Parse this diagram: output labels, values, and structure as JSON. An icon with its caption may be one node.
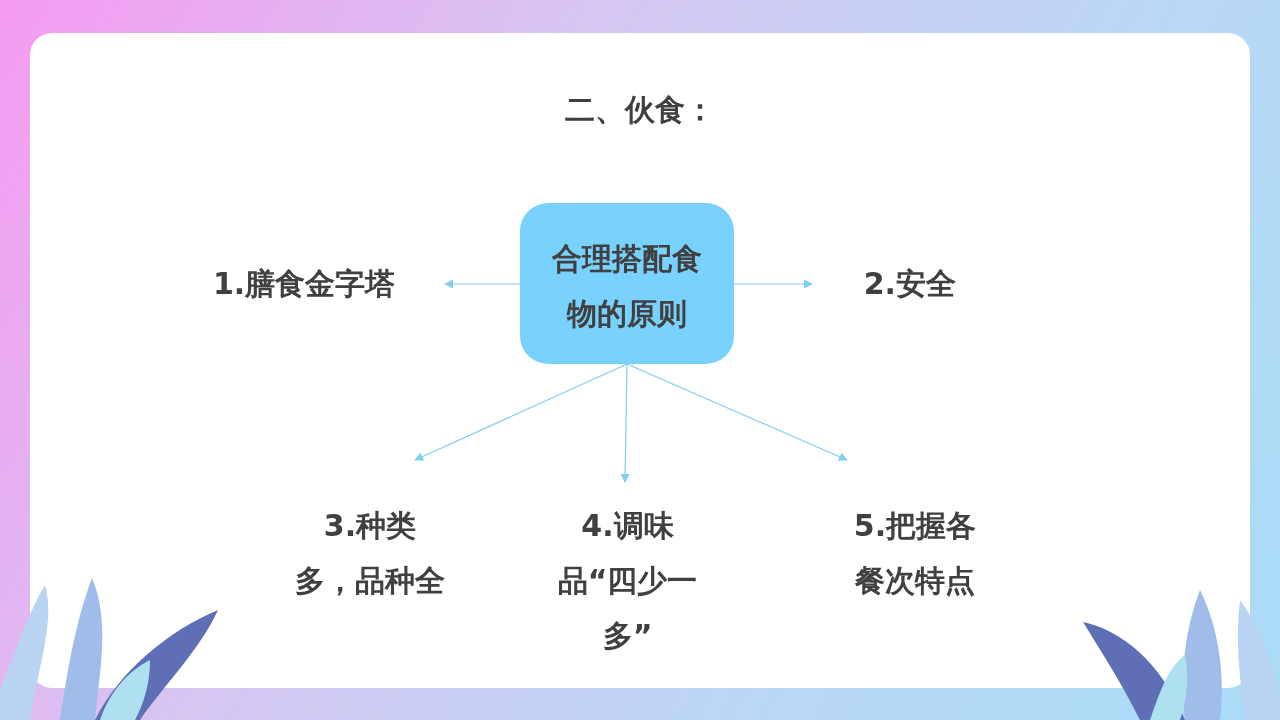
{
  "diagram": {
    "title": "二、伙食：",
    "nodes": [
      {
        "text": [
          "合理搭配食物的原则"
        ]
      },
      {
        "text": [
          "1.膳食金字塔"
        ]
      },
      {
        "text": [
          "2.安全"
        ]
      },
      {
        "text": [
          "3.种类多，品种全"
        ]
      },
      {
        "text": [
          "4.调味品“四少一多”"
        ]
      },
      {
        "text": [
          "5.把握各餐次特点"
        ]
      }
    ],
    "edges": [
      {
        "from": 0,
        "to": 1,
        "arrow": "to"
      },
      {
        "from": 0,
        "to": 2,
        "arrow": "to"
      },
      {
        "from": 0,
        "to": 3,
        "arrow": "to"
      },
      {
        "from": 0,
        "to": 4,
        "arrow": "to"
      },
      {
        "from": 0,
        "to": 5,
        "arrow": "to"
      }
    ]
  }
}
